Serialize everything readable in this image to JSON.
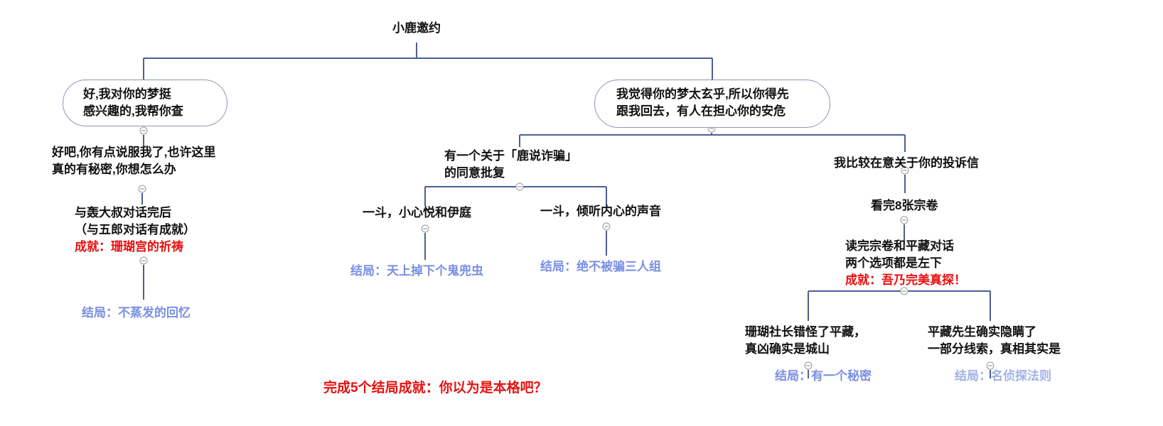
{
  "root": "小鹿邀约",
  "left_branch": {
    "option": [
      "好,我对你的梦挺",
      "感兴趣的,我帮你查"
    ],
    "step1": [
      "好吧,你有点说服我了,也许这里",
      "真的有秘密,你想怎么办"
    ],
    "step2": [
      "与轰大叔对话完后",
      "（与五郎对话有成就）"
    ],
    "achievement": "成就：珊瑚宫的祈祷",
    "ending": "结局：不蒸发的回忆"
  },
  "right_branch": {
    "option": [
      "我觉得你的梦太玄乎,所以你得先",
      "跟我回去，有人在担心你的安危"
    ],
    "sub_a": {
      "label": [
        "有一个关于「鹿说诈骗」",
        "的同意批复"
      ],
      "choice1": "一斗，小心悦和伊庭",
      "ending1": "结局：天上掉下个鬼兜虫",
      "choice2": "一斗，倾听内心的声音",
      "ending2": "结局：绝不被骗三人组"
    },
    "sub_b": {
      "label": "我比较在意关于你的投诉信",
      "step1": "看完8张宗卷",
      "step2": [
        "读完宗卷和平藏对话",
        "两个选项都是左下"
      ],
      "achievement": "成就：吾乃完美真探！",
      "choice1": [
        "珊瑚社长错怪了平藏，",
        "真凶确实是城山"
      ],
      "ending1": "结局：有一个秘密",
      "choice2": [
        "平藏先生确实隐瞒了",
        "一部分线索，真相其实是"
      ],
      "ending2": "结局：名侦探法则"
    }
  },
  "footer_achievement": "完成5个结局成就：你以为是本格吧？",
  "colors": {
    "line": "#4b5e98",
    "achievement": "#e81010",
    "ending": "#7a8fe2"
  }
}
